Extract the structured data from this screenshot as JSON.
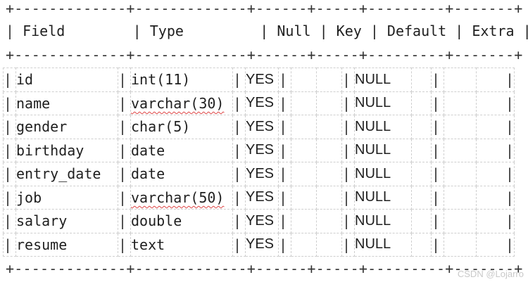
{
  "border": "+-------------+-------------+------+-----+---------+-------+",
  "header": {
    "field": "Field",
    "type": "Type",
    "null": "Null",
    "key": "Key",
    "default": "Default",
    "extra": "Extra"
  },
  "rows": [
    {
      "field": "id",
      "type": "int(11)",
      "null": "YES",
      "key": "",
      "default": "NULL",
      "extra": ""
    },
    {
      "field": "name",
      "type": "varchar(30)",
      "null": "YES",
      "key": "",
      "default": "NULL",
      "extra": ""
    },
    {
      "field": "gender",
      "type": "char(5)",
      "null": "YES",
      "key": "",
      "default": "NULL",
      "extra": ""
    },
    {
      "field": "birthday",
      "type": "date",
      "null": "YES",
      "key": "",
      "default": "NULL",
      "extra": ""
    },
    {
      "field": "entry_date",
      "type": "date",
      "null": "YES",
      "key": "",
      "default": "NULL",
      "extra": ""
    },
    {
      "field": "job",
      "type": "varchar(50)",
      "null": "YES",
      "key": "",
      "default": "NULL",
      "extra": ""
    },
    {
      "field": "salary",
      "type": "double",
      "null": "YES",
      "key": "",
      "default": "NULL",
      "extra": ""
    },
    {
      "field": "resume",
      "type": "text",
      "null": "YES",
      "key": "",
      "default": "NULL",
      "extra": ""
    }
  ],
  "watermark": "CSDN @Lojarro"
}
